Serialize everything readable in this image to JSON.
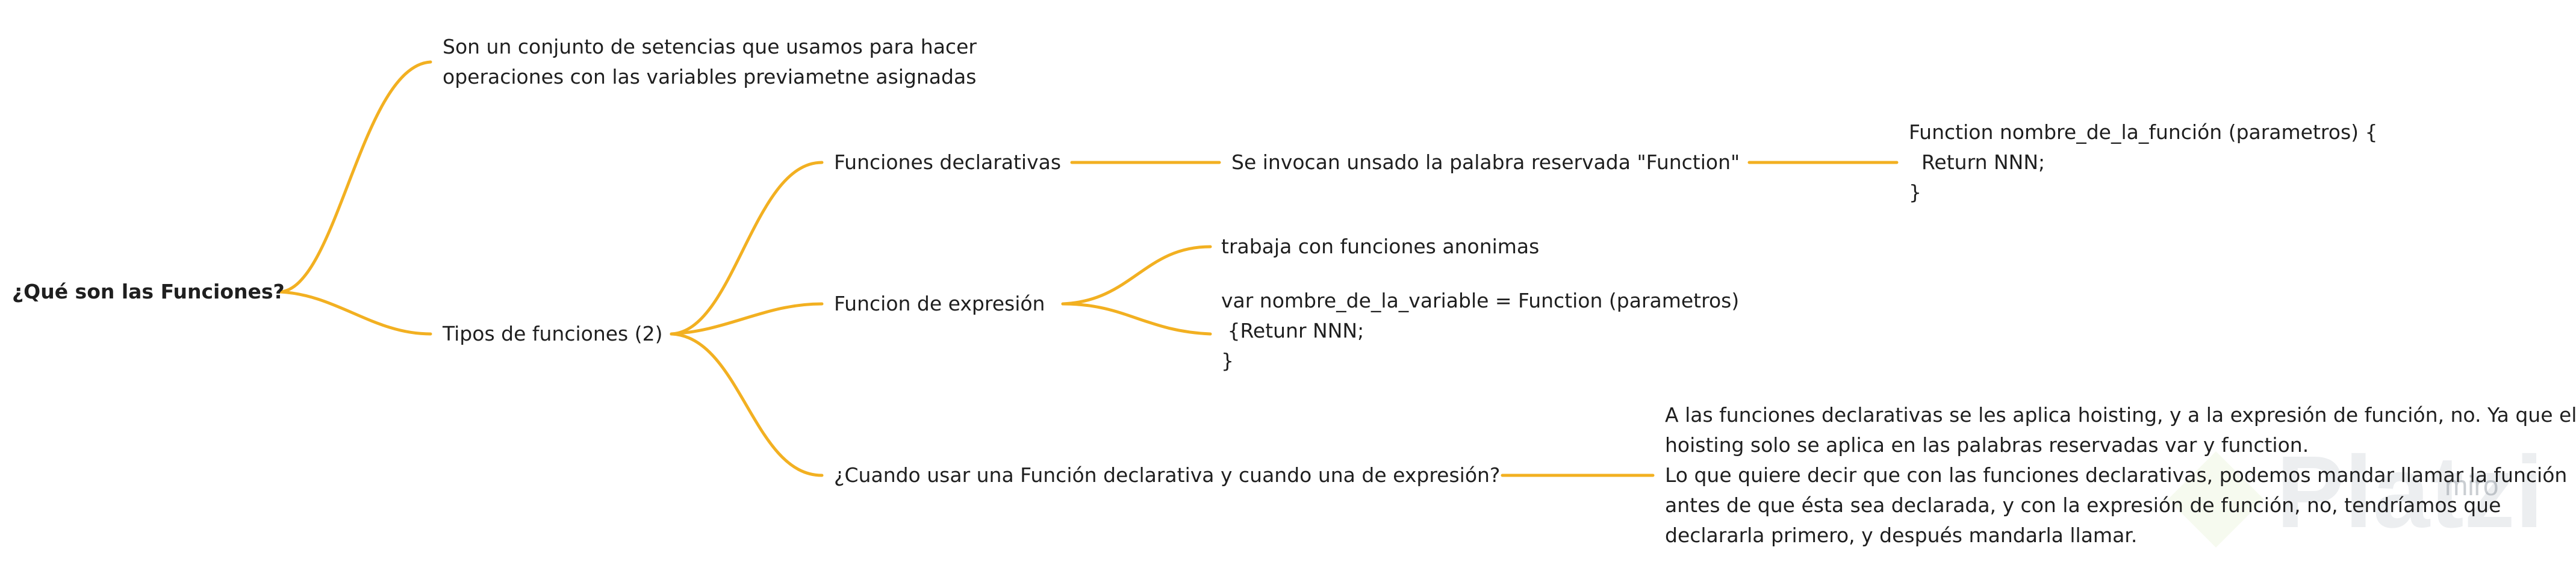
{
  "diagram": {
    "root": "¿Qué son las Funciones?",
    "definition": "Son un conjunto de setencias que usamos para hacer\noperaciones con las variables previametne asignadas",
    "types_label": "Tipos de funciones (2)",
    "declarative": {
      "label": "Funciones declarativas",
      "description": "Se invocan unsado la palabra reservada \"Function\"",
      "code": "Function nombre_de_la_función (parametros) {\n  Return NNN;\n}"
    },
    "expression": {
      "label": "Funcion de expresión",
      "description": "trabaja con funciones anonimas",
      "code": "var nombre_de_la_variable = Function (parametros)\n {Retunr NNN;\n}"
    },
    "when": {
      "label": "¿Cuando usar una Función declarativa y cuando una de expresión?",
      "answer": "A las funciones declarativas se les aplica hoisting, y a la expresión de función, no. Ya que el\nhoisting solo se aplica en las palabras reservadas var y function.\nLo que quiere decir que con las funciones declarativas, podemos mandar llamar la función\nantes de que ésta sea declarada, y con la expresión de función, no, tendríamos que\ndeclararla primero, y después mandarla llamar."
    }
  },
  "watermark": {
    "brand": "Platzi",
    "tool": "miro"
  },
  "colors": {
    "connector": "#f2b021",
    "text": "#1f1f1f"
  }
}
